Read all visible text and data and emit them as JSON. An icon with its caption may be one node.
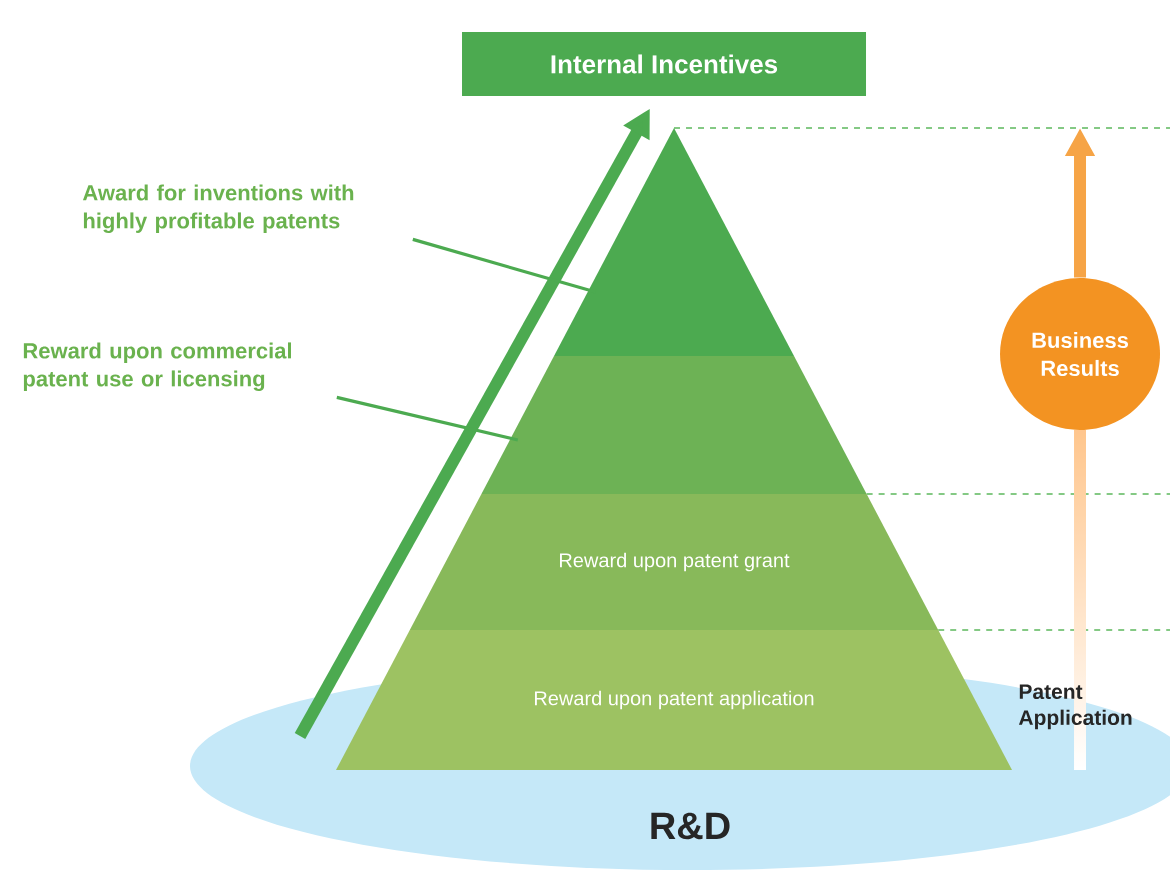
{
  "diagram": {
    "nodes": [
      {
        "text": [
          "Internal Incentives"
        ]
      },
      {
        "text": [
          "Award for inventions with highly profitable patents"
        ]
      },
      {
        "text": [
          "Reward upon commercial patent use or licensing"
        ]
      },
      {
        "text": [],
        "shape": "triangle"
      },
      {
        "text": [],
        "shape": "trapezoid"
      },
      {
        "text": [
          "Business Results"
        ]
      },
      {
        "text": [
          "Reward upon patent grant"
        ]
      },
      {
        "text": [
          "Reward upon patent application"
        ]
      },
      {
        "text": [
          "Patent Application"
        ],
        "in": 9
      },
      {
        "text": [
          "R&D"
        ]
      }
    ],
    "edges": [
      {
        "from": 9,
        "to": 0,
        "arrow": "to",
        "style": "thick"
      },
      {
        "from": 1,
        "to": 3,
        "arrow": "none"
      },
      {
        "from": 2,
        "to": 4,
        "arrow": "none"
      },
      {
        "from": 5,
        "to": null,
        "arrow": "to",
        "style": "thick",
        "color": "#f6a446"
      }
    ]
  }
}
